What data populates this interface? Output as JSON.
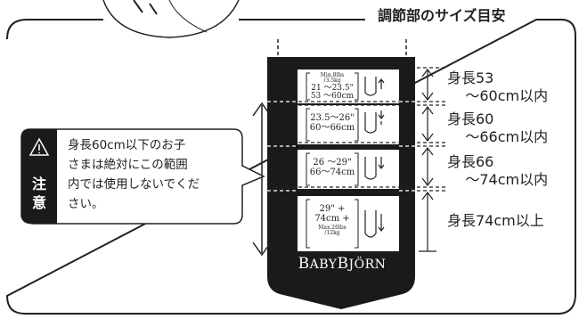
{
  "title": "調節部のサイズ目安",
  "warning": {
    "kanji_top": "注",
    "kanji_bottom": "意",
    "text": "身長60cm以下のお子\nさまは絶対にこの範囲\n内では使用しないでくだ\nさい。"
  },
  "tags": [
    {
      "line1": "Min.8lbs",
      "line2": "/3.5kg",
      "line3": "21 ～23.5\"",
      "line4": "53 ～60cm"
    },
    {
      "line1": "23.5～26\"",
      "line2": "60～66cm"
    },
    {
      "line1": "26 ～29\"",
      "line2": "66～74cm"
    },
    {
      "line1": "29\" +",
      "line2": "74cm +",
      "line3": "Max.26lbs",
      "line4": "/12kg"
    }
  ],
  "ranges": [
    {
      "line1": "身長53",
      "line2": "    ～60cm以内"
    },
    {
      "line1": "身長60",
      "line2": "    ～66cm以内"
    },
    {
      "line1": "身長66",
      "line2": "    ～74cm以内"
    },
    {
      "line1": "身長74cm以上",
      "line2": ""
    }
  ],
  "brand": {
    "b": "B",
    "aby": "ABY",
    "b2": "B",
    "jorn": "JÖRN"
  }
}
